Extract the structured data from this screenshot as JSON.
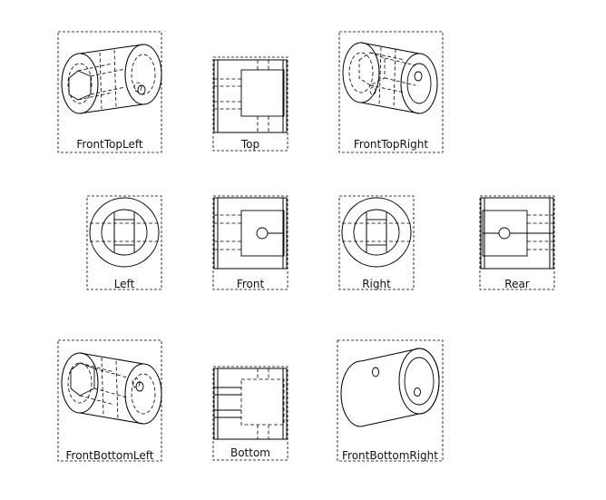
{
  "views": [
    {
      "id": "front-top-left",
      "label": "FrontTopLeft"
    },
    {
      "id": "top",
      "label": "Top"
    },
    {
      "id": "front-top-right",
      "label": "FrontTopRight"
    },
    {
      "id": "left",
      "label": "Left"
    },
    {
      "id": "front",
      "label": "Front"
    },
    {
      "id": "right",
      "label": "Right"
    },
    {
      "id": "rear",
      "label": "Rear"
    },
    {
      "id": "front-bottom-left",
      "label": "FrontBottomLeft"
    },
    {
      "id": "bottom",
      "label": "Bottom"
    },
    {
      "id": "front-bottom-right",
      "label": "FrontBottomRight"
    }
  ],
  "colors": {
    "line": "#000000",
    "background": "#ffffff"
  }
}
